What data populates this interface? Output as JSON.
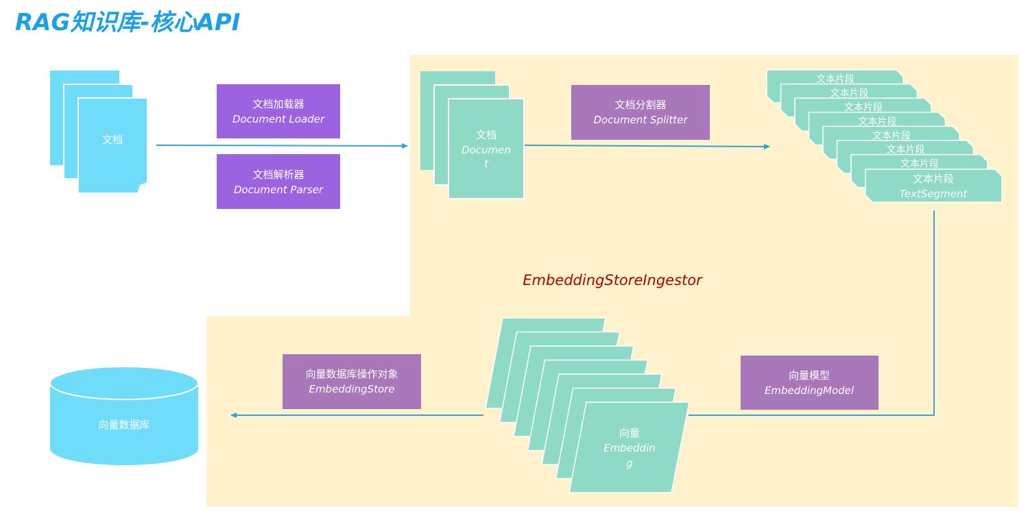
{
  "title": "RAG知识库-核心API",
  "colors": {
    "background_zone": "#fff2cc",
    "doc_blue": "#6fdcfa",
    "teal": "#8fd9c7",
    "purple_dark": "#9b63e0",
    "purple_muted": "#a777b9",
    "arrow": "#2ba5dc",
    "title": "#1aa0e6",
    "ingestor_text": "#b30000"
  },
  "source_document": {
    "label": "文档"
  },
  "loader": {
    "cn": "文档加载器",
    "en": "Document Loader"
  },
  "parser": {
    "cn": "文档解析器",
    "en": "Document Parser"
  },
  "document": {
    "cn": "文档",
    "en_line1": "Documen",
    "en_line2": "t"
  },
  "splitter": {
    "cn": "文档分割器",
    "en": "Document Splitter"
  },
  "segments": {
    "repeat_label": "文本片段",
    "front_cn": "文本片段",
    "front_en": "TextSegment"
  },
  "ingestor": {
    "label": "EmbeddingStoreIngestor"
  },
  "embedding_model": {
    "cn": "向量模型",
    "en": "EmbeddingModel"
  },
  "embedding": {
    "cn": "向量",
    "en_line1": "Embeddin",
    "en_line2": "g"
  },
  "embedding_store": {
    "cn": "向量数据库操作对象",
    "en": "EmbeddingStore"
  },
  "database": {
    "label": "向量数据库"
  }
}
